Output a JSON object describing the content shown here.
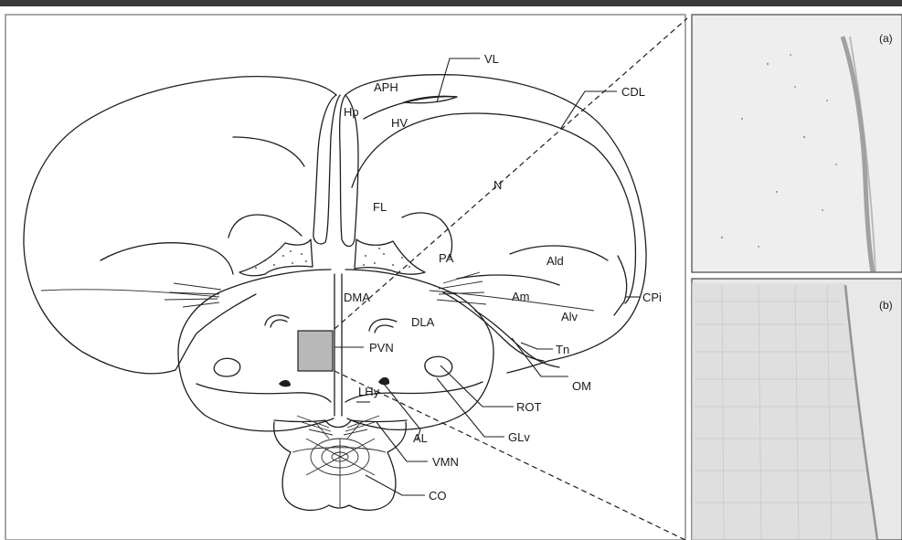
{
  "labels": {
    "VL": "VL",
    "APH": "APH",
    "Hp": "Hp",
    "HV": "HV",
    "CDL": "CDL",
    "N": "N",
    "FL": "FL",
    "PA": "PA",
    "Ald": "Ald",
    "Am": "Am",
    "Alv": "Alv",
    "CPi": "CPi",
    "DMA": "DMA",
    "DLA": "DLA",
    "PVN": "PVN",
    "Tn": "Tn",
    "OM": "OM",
    "LHy": "LHy",
    "ROT": "ROT",
    "AL": "AL",
    "GLv": "GLv",
    "VMN": "VMN",
    "CO": "CO"
  },
  "panels": {
    "a": "(a)",
    "b": "(b)"
  },
  "colors": {
    "line": "#1e1e1e",
    "marked_region": "#b8b8b8",
    "micrograph_bg": "#ededed",
    "frame_top": "#3a3a3a"
  }
}
